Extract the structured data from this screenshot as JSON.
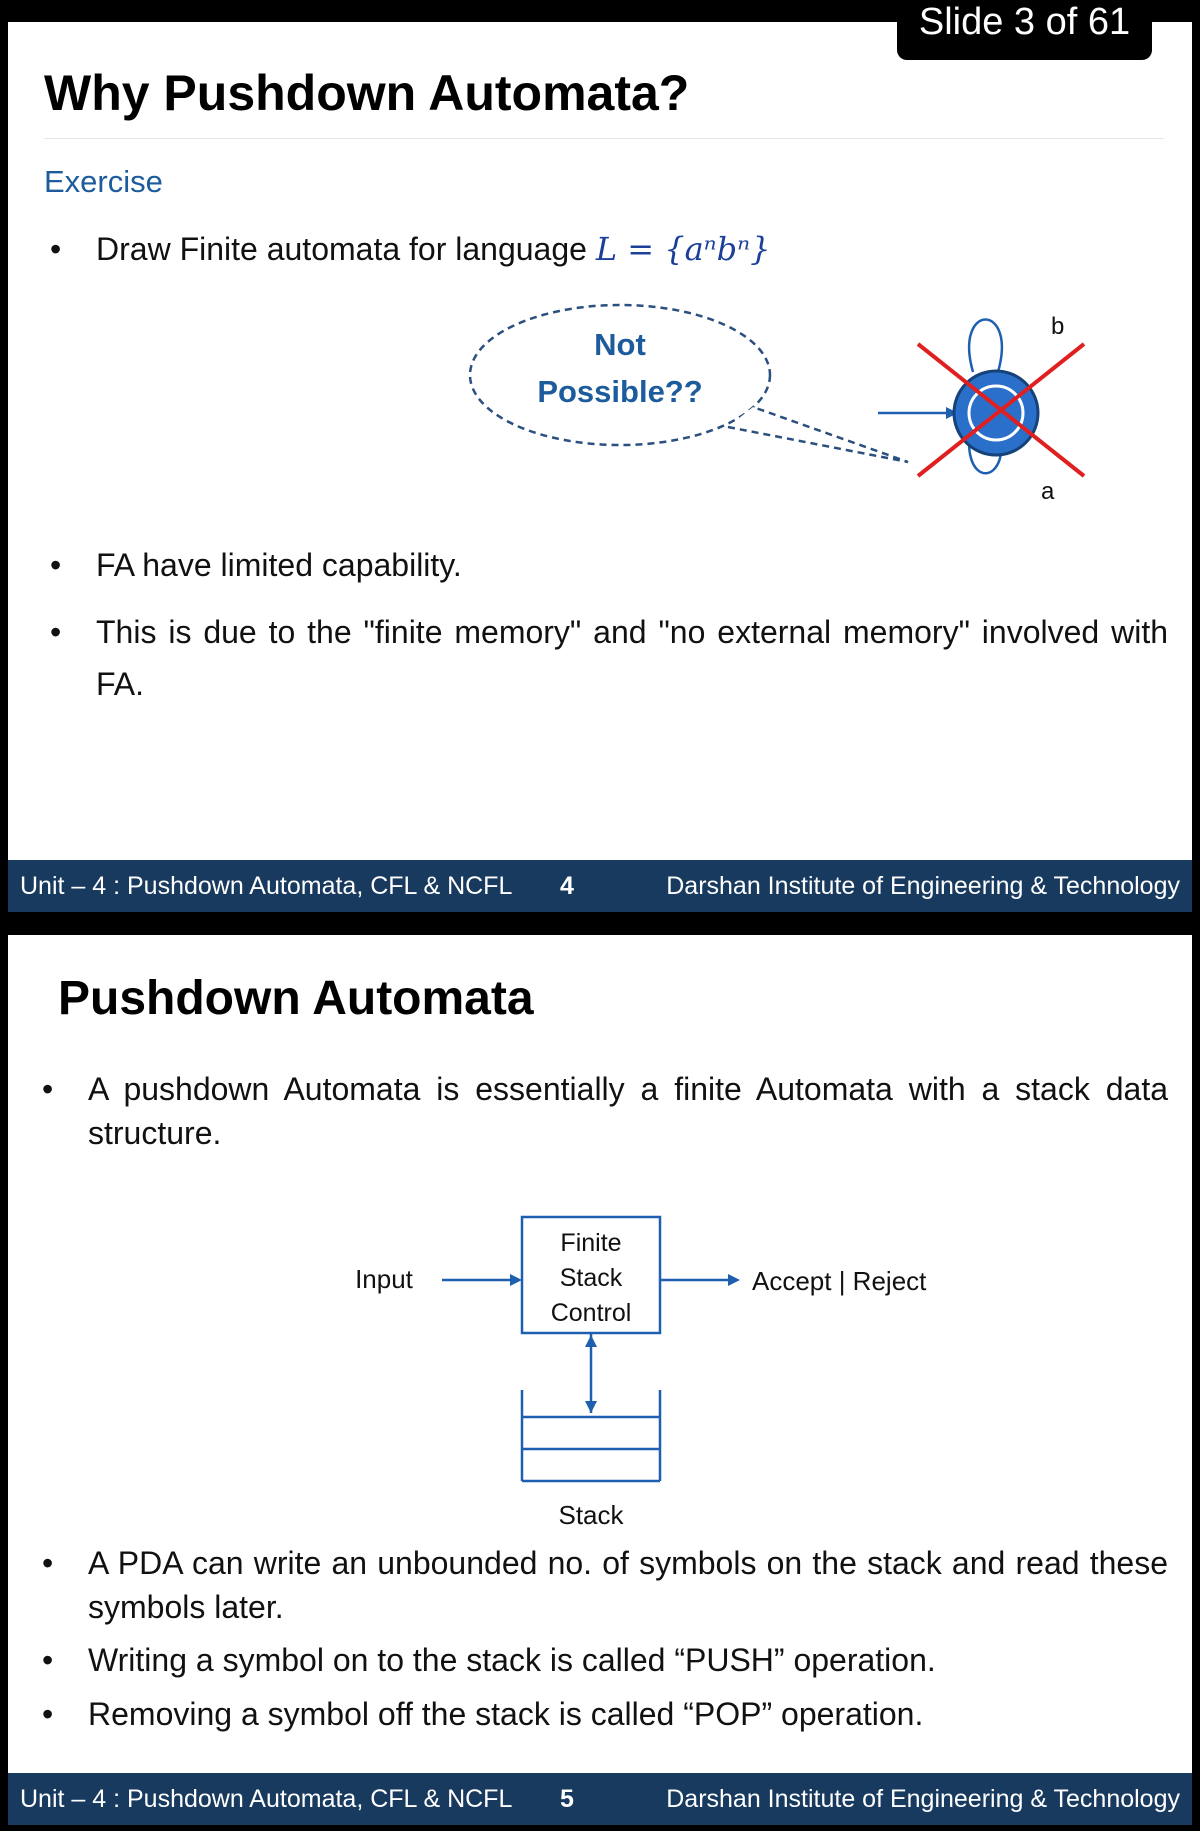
{
  "badge": "Slide 3 of 61",
  "slide1": {
    "title": "Why Pushdown Automata?",
    "subheading": "Exercise",
    "bullet1_text": "Draw Finite automata for language ",
    "bullet1_math": "L = {aⁿbⁿ}",
    "bubble_line1": "Not",
    "bubble_line2": "Possible??",
    "label_b": "b",
    "label_a": "a",
    "bullet2": "FA have limited capability.",
    "bullet3": "This is due to the \"finite memory\" and \"no external memory\" involved with FA.",
    "footer": {
      "unit": "Unit – 4 : Pushdown Automata, CFL & NCFL",
      "page": "4",
      "institute": "Darshan Institute of Engineering & Technology"
    }
  },
  "slide2": {
    "title": "Pushdown Automata",
    "bullet1": "A pushdown Automata is essentially a finite Automata with a stack data structure.",
    "diagram": {
      "input": "Input",
      "box_line1": "Finite",
      "box_line2": "Stack",
      "box_line3": "Control",
      "output": "Accept | Reject",
      "stack": "Stack"
    },
    "bullet2": "A PDA can write an unbounded no. of symbols on the stack and read these symbols later.",
    "bullet3": "Writing a symbol on to the stack is called “PUSH” operation.",
    "bullet4": "Removing a symbol off the stack is called “POP” operation.",
    "footer": {
      "unit": "Unit – 4 : Pushdown Automata, CFL & NCFL",
      "page": "5",
      "institute": "Darshan Institute of Engineering & Technology"
    }
  },
  "colors": {
    "footer_bg": "#183a5e",
    "accent_blue": "#1c5b9c",
    "state_fill": "#2a6fc9",
    "cross_red": "#e02020"
  }
}
